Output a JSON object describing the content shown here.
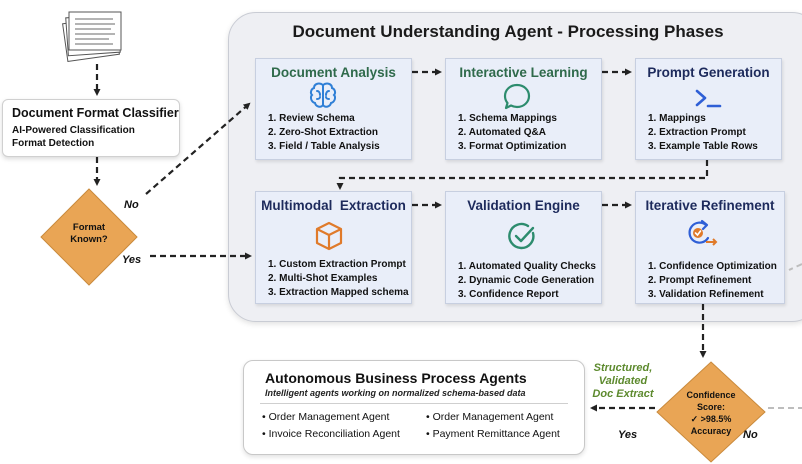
{
  "header": {
    "title": "Document Understanding Agent - Processing Phases"
  },
  "classifier": {
    "title": "Document Format Classifier",
    "line1": "AI-Powered Classification",
    "line2": "Format Detection"
  },
  "decision": {
    "line1": "Format",
    "line2": "Known?",
    "no_label": "No",
    "yes_label": "Yes"
  },
  "phases": [
    {
      "title": "Document Analysis",
      "icon": "brain-icon",
      "items": [
        "1. Review Schema",
        "2. Zero-Shot Extraction",
        "3. Field / Table Analysis"
      ]
    },
    {
      "title": "Interactive Learning",
      "icon": "chat-bubble-icon",
      "items": [
        "1. Schema Mappings",
        "2. Automated Q&A",
        "3. Format Optimization"
      ]
    },
    {
      "title": "Prompt Generation",
      "icon": "terminal-prompt-icon",
      "items": [
        "1. Mappings",
        "2. Extraction Prompt",
        "3. Example Table Rows"
      ]
    },
    {
      "title": "Multimodal  Extraction",
      "icon": "cube-icon",
      "items": [
        "1. Custom Extraction Prompt",
        "2. Multi-Shot Examples",
        "3. Extraction Mapped schema"
      ]
    },
    {
      "title": "Validation Engine",
      "icon": "check-circle-icon",
      "items": [
        "1. Automated Quality Checks",
        "2. Dynamic Code Generation",
        "3. Confidence Report"
      ]
    },
    {
      "title": "Iterative Refinement",
      "icon": "refresh-check-icon",
      "items": [
        "1. Confidence Optimization",
        "2. Prompt Refinement",
        "3. Validation Refinement"
      ]
    }
  ],
  "confidence": {
    "line1": "Confidence",
    "line2": "Score:",
    "line3": "✓ >98.5%",
    "line4": "Accuracy",
    "yes_label": "Yes",
    "no_label": "No"
  },
  "structured_label": {
    "line1": "Structured,",
    "line2": "Validated",
    "line3": "Doc Extract"
  },
  "agents": {
    "title": "Autonomous Business Process Agents",
    "subtitle": "Intelligent agents working on normalized schema-based data",
    "items": [
      "• Order Management Agent",
      "• Invoice Reconciliation Agent",
      "• Order Management Agent",
      "• Payment Remittance Agent"
    ]
  },
  "colors": {
    "panel": "#eeeff3",
    "card": "#e9eef9",
    "diamond": "#e9a555",
    "green_title": "#2f6a4b",
    "navy_title": "#1d2a5c",
    "icon_blue": "#2f7fd6",
    "icon_orange": "#e07a2a",
    "icon_green": "#2d8c6e"
  }
}
